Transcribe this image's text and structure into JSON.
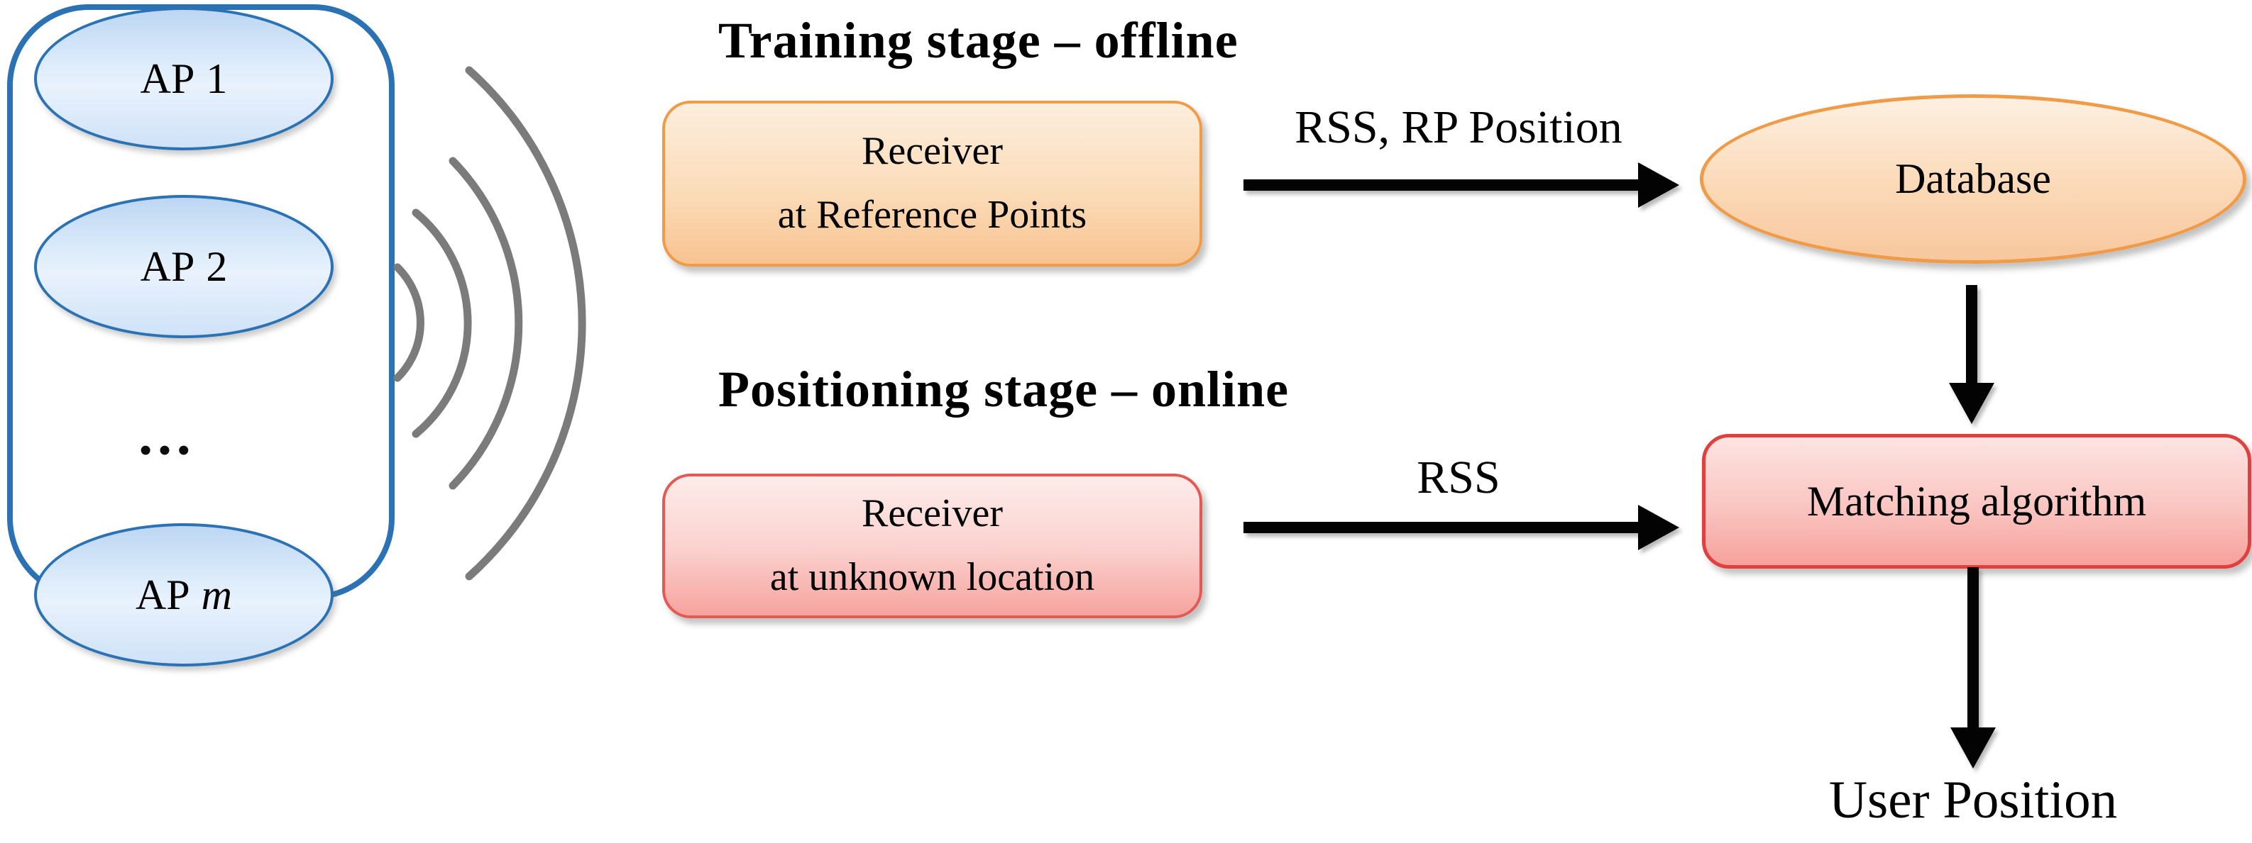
{
  "figure": {
    "description": "WiFi RSS fingerprinting indoor positioning system diagram"
  },
  "colors": {
    "blue_stroke": "#2b72b4",
    "blue_fill_light": "#e9f2fd",
    "blue_fill_dark": "#bdd6f2",
    "gray_arc": "#7b7b7b",
    "orange_stroke": "#ef9b47",
    "orange_fill_light": "#fdeedd",
    "orange_fill_dark": "#f8c391",
    "red_stroke": "#e25a52",
    "pink_fill_light": "#fdecea",
    "pink_fill_dark": "#f6a39e",
    "arrow_black": "#000000"
  },
  "ap_group": {
    "items": [
      {
        "prefix": "AP",
        "suffix": "1"
      },
      {
        "prefix": "AP",
        "suffix": "2"
      },
      {
        "prefix": "AP",
        "suffix": "m"
      }
    ],
    "ellipsis": "•••"
  },
  "training": {
    "heading": "Training stage – offline",
    "receiver_line1": "Receiver",
    "receiver_line2": "at Reference Points",
    "arrow_label": "RSS, RP Position",
    "database_label": "Database"
  },
  "positioning": {
    "heading": "Positioning stage – online",
    "receiver_line1": "Receiver",
    "receiver_line2": "at unknown location",
    "arrow_label": "RSS",
    "matching_label": "Matching algorithm",
    "output_label": "User Position"
  }
}
